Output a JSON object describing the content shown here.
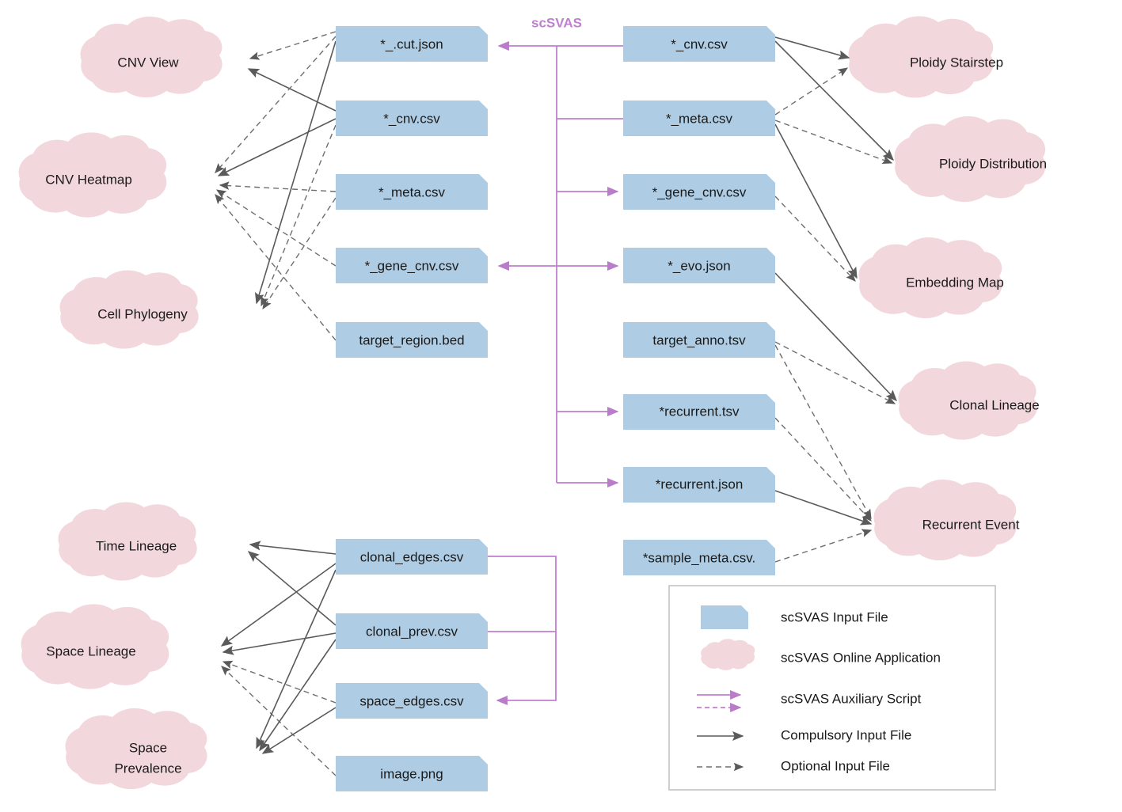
{
  "title": "scSVAS input file / application relationship diagram",
  "bus": {
    "label": "scSVAS"
  },
  "colors": {
    "file_fill": "#aecde4",
    "cloud_fill": "#f2d8dd",
    "aux_script": "#c07fd0",
    "edge_gray": "#5a5a5a",
    "legend_border": "#bfbfbf",
    "background": "#ffffff"
  },
  "groups": {
    "cnv": {
      "apps": [
        {
          "id": "cnv-view",
          "label": "CNV View"
        },
        {
          "id": "cnv-heatmap",
          "label": "CNV Heatmap"
        },
        {
          "id": "cell-phylogeny",
          "label": "Cell Phylogeny"
        }
      ],
      "files": [
        {
          "id": "cut-json",
          "label": "*_.cut.json"
        },
        {
          "id": "cnv-csv-left",
          "label": "*_cnv.csv"
        },
        {
          "id": "meta-csv-left",
          "label": "*_meta.csv"
        },
        {
          "id": "gene-cnv-csv-left",
          "label": "*_gene_cnv.csv"
        },
        {
          "id": "target-region-bed",
          "label": "target_region.bed"
        }
      ]
    },
    "ploidy": {
      "files": [
        {
          "id": "cnv-csv-right",
          "label": "*_cnv.csv"
        },
        {
          "id": "meta-csv-right",
          "label": "*_meta.csv"
        },
        {
          "id": "gene-cnv-csv-right",
          "label": "*_gene_cnv.csv"
        },
        {
          "id": "evo-json",
          "label": "*_evo.json"
        },
        {
          "id": "target-anno-tsv",
          "label": "target_anno.tsv"
        },
        {
          "id": "recurrent-tsv",
          "label": "*recurrent.tsv"
        },
        {
          "id": "recurrent-json",
          "label": "*recurrent.json"
        },
        {
          "id": "sample-meta-csv",
          "label": "*sample_meta.csv."
        }
      ],
      "apps": [
        {
          "id": "ploidy-stairstep",
          "label": "Ploidy Stairstep"
        },
        {
          "id": "ploidy-distribution",
          "label": "Ploidy Distribution"
        },
        {
          "id": "embedding-map",
          "label": "Embedding Map"
        },
        {
          "id": "clonal-lineage",
          "label": "Clonal Lineage"
        },
        {
          "id": "recurrent-event",
          "label": "Recurrent Event"
        }
      ]
    },
    "lineage": {
      "apps": [
        {
          "id": "time-lineage",
          "label": "Time Lineage"
        },
        {
          "id": "space-lineage",
          "label": "Space Lineage"
        },
        {
          "id": "space-prevalence-1",
          "label": "Space"
        },
        {
          "id": "space-prevalence-2",
          "label": "Prevalence"
        }
      ],
      "files": [
        {
          "id": "clonal-edges-csv",
          "label": "clonal_edges.csv"
        },
        {
          "id": "clonal-prev-csv",
          "label": "clonal_prev.csv"
        },
        {
          "id": "space-edges-csv",
          "label": "space_edges.csv"
        },
        {
          "id": "image-png",
          "label": "image.png"
        }
      ]
    }
  },
  "legend": {
    "items": [
      {
        "id": "legend-input-file",
        "label": "scSVAS Input File",
        "glyph": "file-box-swatch"
      },
      {
        "id": "legend-online-application",
        "label": "scSVAS Online Application",
        "glyph": "cloud-swatch"
      },
      {
        "id": "legend-auxiliary-script",
        "label": "scSVAS Auxiliary Script",
        "glyph": "purple-arrow-pair"
      },
      {
        "id": "legend-compulsory-input",
        "label": "Compulsory Input File",
        "glyph": "solid-gray-arrow"
      },
      {
        "id": "legend-optional-input",
        "label": "Optional Input File",
        "glyph": "dashed-gray-arrow"
      }
    ]
  }
}
